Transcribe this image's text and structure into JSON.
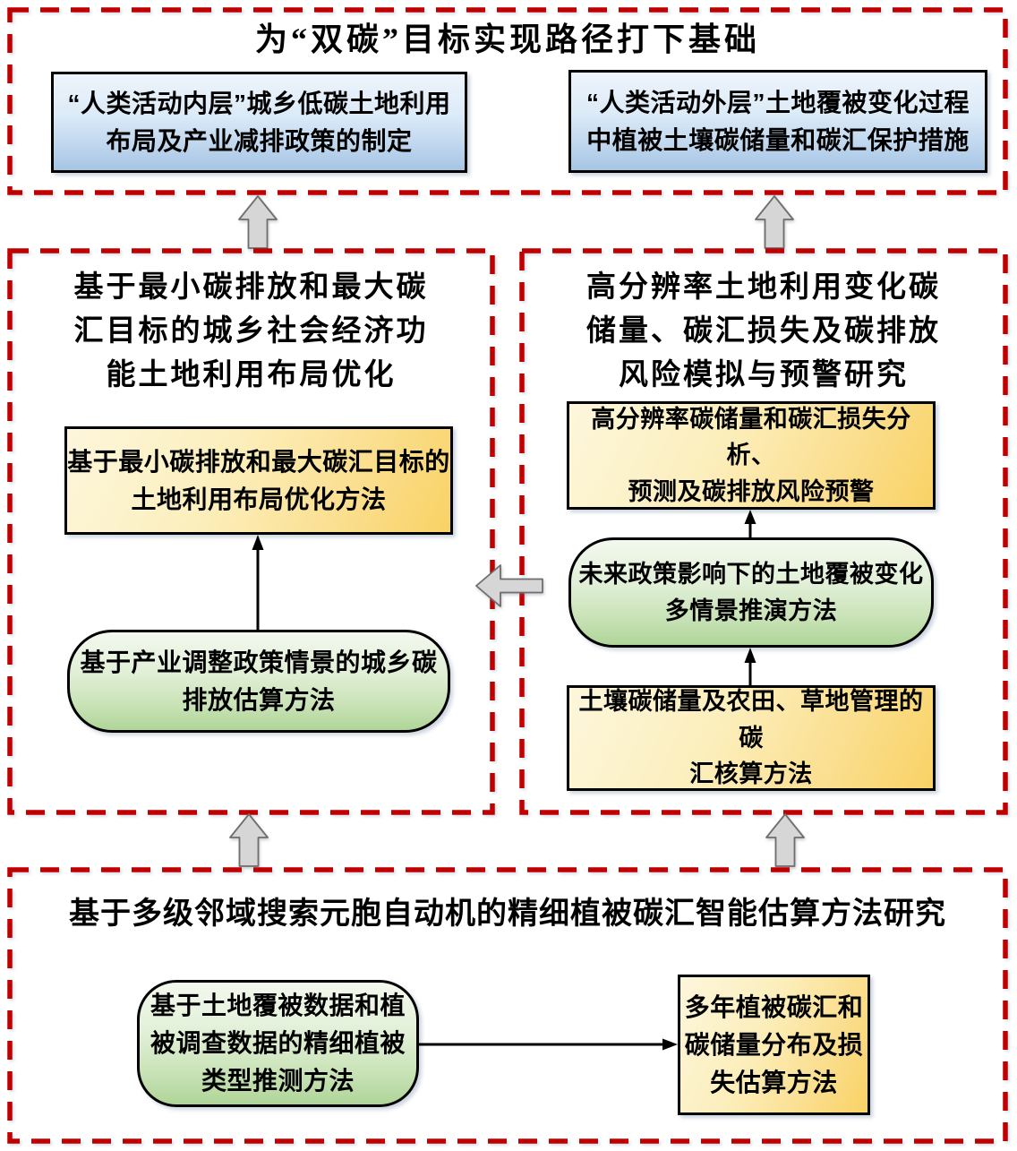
{
  "diagram": {
    "top": {
      "title": "为“双碳”目标实现路径打下基础",
      "box_left": [
        "“人类活动内层”城乡低碳土地利用",
        "布局及产业减排政策的制定"
      ],
      "box_right": [
        "“人类活动外层”土地覆被变化过程",
        "中植被土壤碳储量和碳汇保护措施"
      ]
    },
    "mid_left": {
      "title": [
        "基于最小碳排放和最大碳",
        "汇目标的城乡社会经济功",
        "能土地利用布局优化"
      ],
      "yellow_box": [
        "基于最小碳排放和最大碳汇目标的",
        "土地利用布局优化方法"
      ],
      "green_box": [
        "基于产业调整政策情景的城乡碳",
        "排放估算方法"
      ]
    },
    "mid_right": {
      "title": [
        "高分辨率土地利用变化碳",
        "储量、碳汇损失及碳排放",
        "风险模拟与预警研究"
      ],
      "yellow_box_top": [
        "高分辨率碳储量和碳汇损失分析、",
        "预测及碳排放风险预警"
      ],
      "green_box": [
        "未来政策影响下的土地覆被变化",
        "多情景推演方法"
      ],
      "yellow_box_bottom": [
        "土壤碳储量及农田、草地管理的碳",
        "汇核算方法"
      ]
    },
    "bottom": {
      "title": "基于多级邻域搜索元胞自动机的精细植被碳汇智能估算方法研究",
      "green_box": [
        "基于土地覆被数据和植",
        "被调查数据的精细植被",
        "类型推测方法"
      ],
      "yellow_box": [
        "多年植被碳汇和",
        "碳储量分布及损",
        "失估算方法"
      ]
    },
    "icons": {
      "block_arrow_up": "thick-3d-up-arrow",
      "block_arrow_left": "thick-3d-left-arrow",
      "thin_arrow_up": "line-arrow-up",
      "thin_arrow_right": "line-arrow-right"
    },
    "colors": {
      "border_red": "#C00000",
      "blue_box_top": "#EEF4FB",
      "blue_box_bottom": "#A6C5E4",
      "yellow_box_light": "#FDF6DC",
      "yellow_box_deep": "#F9D265",
      "green_box_light": "#F3F8EE",
      "green_box_deep": "#AFD598",
      "block_arrow_fill": "#D6D6D6",
      "block_arrow_stroke": "#6E6E6E",
      "box_border": "#000000"
    }
  }
}
